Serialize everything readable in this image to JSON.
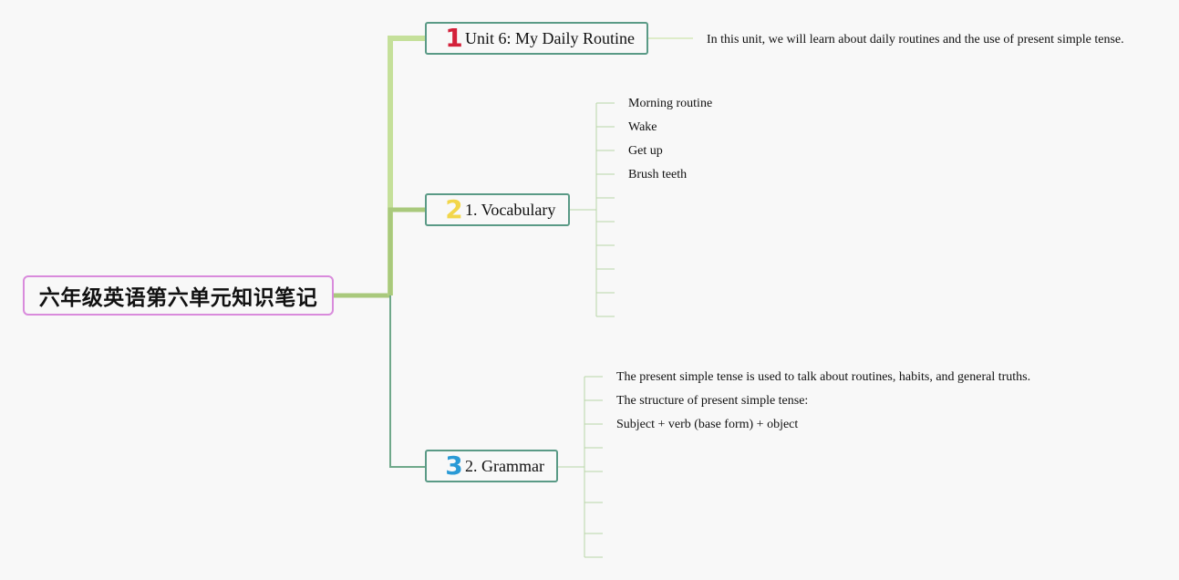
{
  "root": {
    "title": "六年级英语第六单元知识笔记"
  },
  "topics": [
    {
      "number": "1",
      "number_color": "#d4213a",
      "label": "Unit 6: My Daily Routine",
      "children": [
        "In this unit, we will learn about daily routines and the use of present simple tense."
      ]
    },
    {
      "number": "2",
      "number_color": "#f2d64a",
      "label": "1. Vocabulary",
      "children": [
        "Morning routine",
        "Wake",
        "Get up",
        "Brush teeth",
        "",
        "",
        "",
        "",
        "",
        ""
      ]
    },
    {
      "number": "3",
      "number_color": "#2a9ad6",
      "label": "2. Grammar",
      "children": [
        "The present simple tense is used to talk about routines, habits, and general truths.",
        "The structure of present simple tense:",
        "Subject + verb (base form) + object",
        "",
        "",
        "",
        "",
        ""
      ]
    }
  ],
  "colors": {
    "root_border": "#d98bdc",
    "topic_border": "#5a9a86",
    "branch_1": "#c5e09a",
    "branch_2": "#a9c97c",
    "branch_3": "#6fa88a",
    "leaf_line": "#b9d6a7"
  }
}
